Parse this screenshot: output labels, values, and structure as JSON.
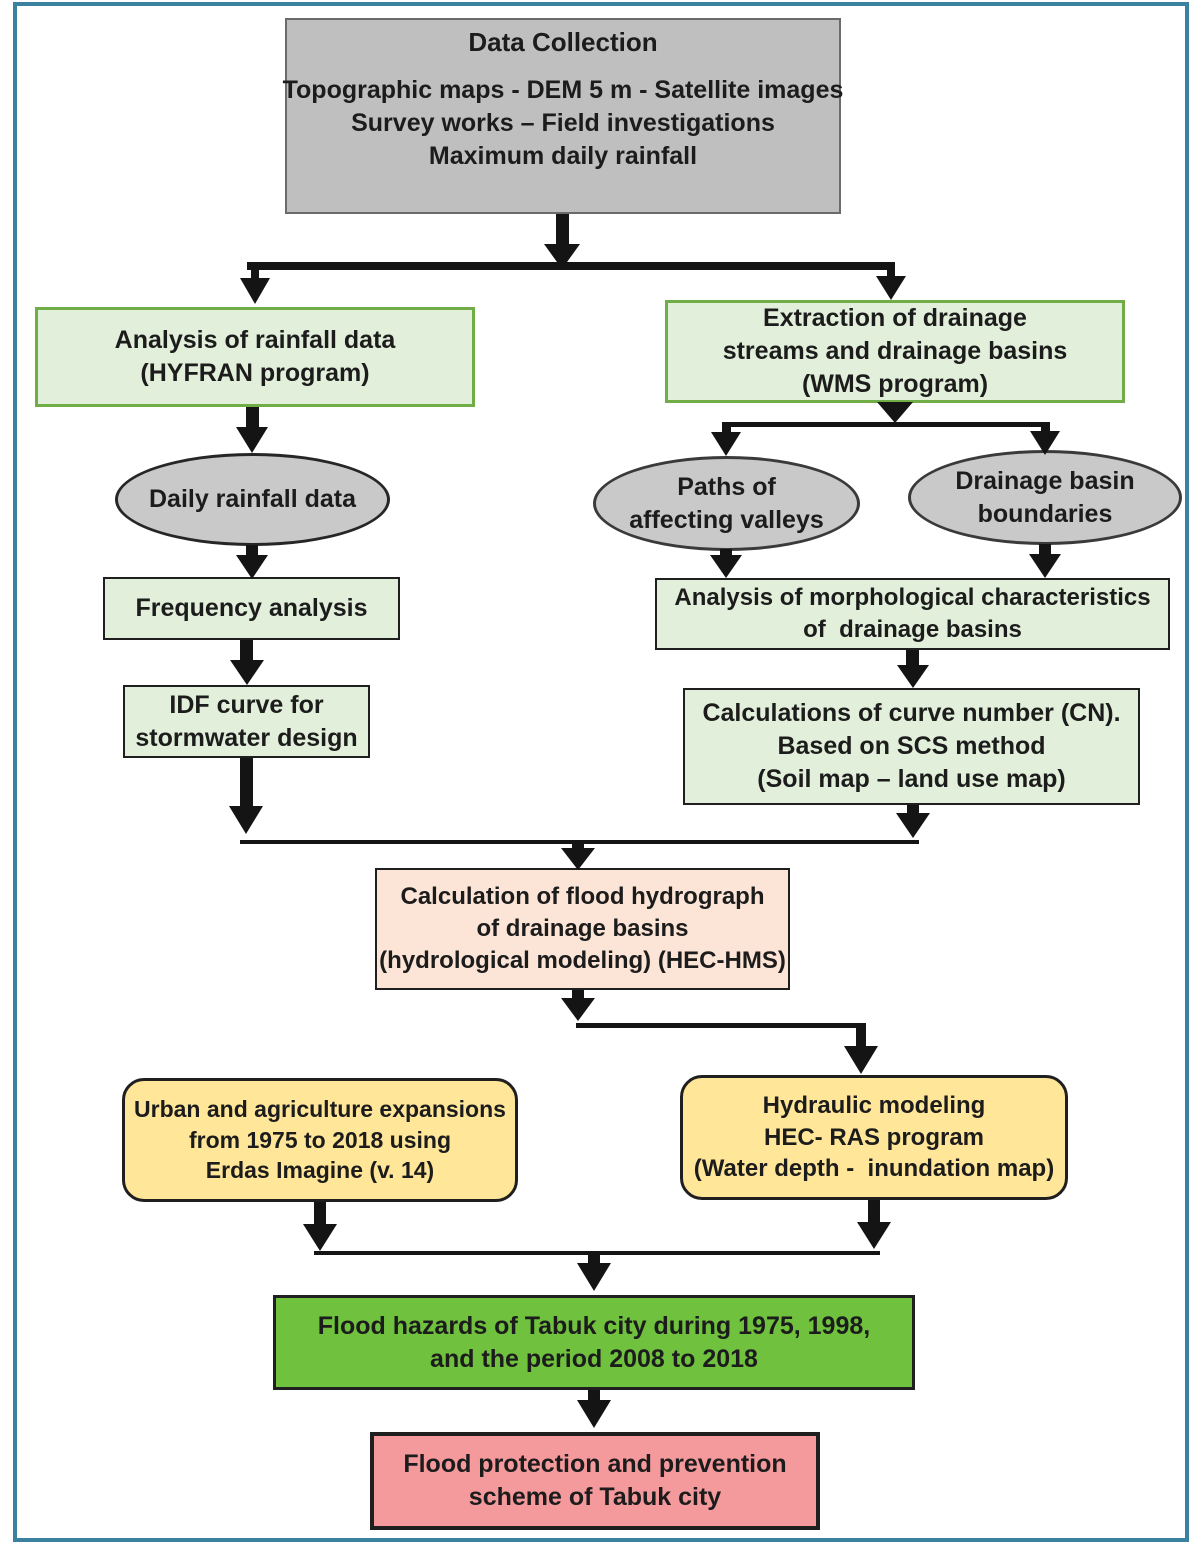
{
  "page": {
    "outer_border_color": "#3b82a0",
    "connector_color": "#141414",
    "text_color": "#1c1c1c",
    "background": "#ffffff"
  },
  "nodes": {
    "data_collection": {
      "title": "Data Collection",
      "lines": [
        "Topographic maps - DEM 5 m - Satellite images",
        "Survey works – Field investigations",
        "Maximum daily rainfall"
      ],
      "fill": "#bfbfbf",
      "border": "#6b6b6b"
    },
    "analysis_rainfall": {
      "lines": [
        "Analysis of rainfall data",
        "(HYFRAN program)"
      ],
      "fill": "#e2efda",
      "border": "#70ad47"
    },
    "extraction": {
      "lines": [
        "Extraction of drainage",
        "streams and drainage basins",
        "(WMS program)"
      ],
      "fill": "#e2efda",
      "border": "#70ad47"
    },
    "daily_rainfall": {
      "lines": [
        "Daily rainfall data"
      ],
      "fill": "#c9c9c9",
      "border": "#262626"
    },
    "paths_valleys": {
      "lines": [
        "Paths of",
        "affecting valleys"
      ],
      "fill": "#c9c9c9",
      "border": "#3a3a3a"
    },
    "basin_boundaries": {
      "lines": [
        "Drainage basin",
        "boundaries"
      ],
      "fill": "#c9c9c9",
      "border": "#3a3a3a"
    },
    "frequency": {
      "lines": [
        "Frequency analysis"
      ],
      "fill": "#e2efda",
      "border": "#1f1f1f"
    },
    "idf": {
      "lines": [
        "IDF curve for",
        "stormwater design"
      ],
      "fill": "#e2efda",
      "border": "#1f1f1f"
    },
    "morphological": {
      "lines": [
        "Analysis of morphological characteristics",
        "of  drainage basins"
      ],
      "fill": "#e2efda",
      "border": "#1f1f1f"
    },
    "curve_number": {
      "lines": [
        "Calculations of curve number (CN).",
        "Based on SCS method",
        "(Soil map – land use map)"
      ],
      "fill": "#e2efda",
      "border": "#1f1f1f"
    },
    "flood_hydrograph": {
      "lines": [
        "Calculation of flood hydrograph",
        "of drainage basins",
        "(hydrological modeling) (HEC-HMS)"
      ],
      "fill": "#fce4d6",
      "border": "#1f1f1f"
    },
    "urban_expansions": {
      "lines": [
        "Urban and agriculture expansions",
        "from 1975 to 2018 using",
        "Erdas Imagine (v. 14)"
      ],
      "fill": "#ffe699",
      "border": "#1f1f1f"
    },
    "hydraulic_modeling": {
      "lines": [
        "Hydraulic modeling",
        "HEC- RAS program",
        "(Water depth -  inundation map)"
      ],
      "fill": "#ffe699",
      "border": "#1f1f1f"
    },
    "flood_hazards": {
      "lines": [
        "Flood hazards of Tabuk city during 1975, 1998,",
        "and the period 2008 to 2018"
      ],
      "fill": "#6fc13e",
      "border": "#1f1f1f"
    },
    "flood_protection": {
      "lines": [
        "Flood protection and prevention",
        "scheme of Tabuk city"
      ],
      "fill": "#f4999c",
      "border": "#1f1f1f"
    }
  }
}
